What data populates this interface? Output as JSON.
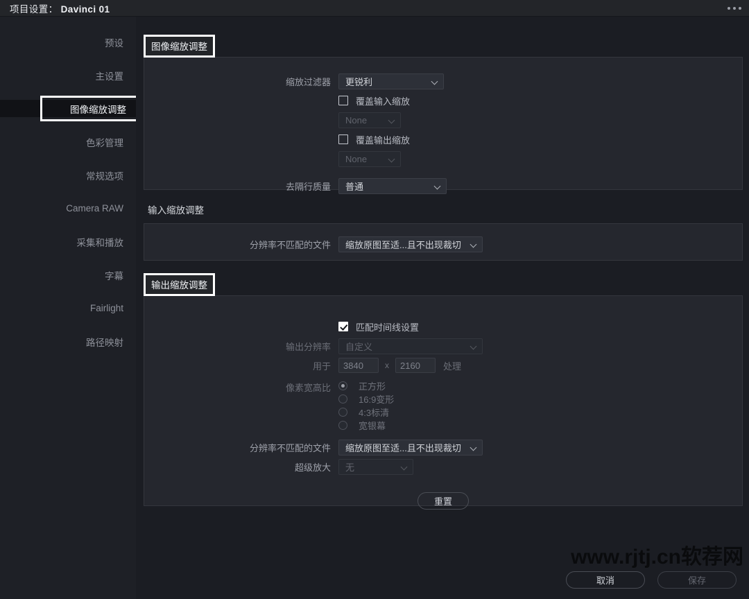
{
  "titlebar": {
    "label": "项目设置：",
    "project": "Davinci 01",
    "menu_icon": "more-horizontal-icon"
  },
  "sidebar": {
    "items": [
      {
        "label": "预设",
        "selected": false
      },
      {
        "label": "主设置",
        "selected": false
      },
      {
        "label": "图像缩放调整",
        "selected": true
      },
      {
        "label": "色彩管理",
        "selected": false
      },
      {
        "label": "常规选项",
        "selected": false
      },
      {
        "label": "Camera RAW",
        "selected": false
      },
      {
        "label": "采集和播放",
        "selected": false
      },
      {
        "label": "字幕",
        "selected": false
      },
      {
        "label": "Fairlight",
        "selected": false
      },
      {
        "label": "路径映射",
        "selected": false
      }
    ]
  },
  "sections": {
    "image_scaling": {
      "header": "图像缩放调整",
      "scaling_filter": {
        "label": "缩放过滤器",
        "value": "更锐利"
      },
      "override_input": {
        "label": "覆盖输入缩放",
        "checked": false,
        "select_value": "None"
      },
      "override_output": {
        "label": "覆盖输出缩放",
        "checked": false,
        "select_value": "None"
      },
      "deinterlace_quality": {
        "label": "去隔行质量",
        "value": "普通"
      }
    },
    "input_scaling": {
      "header": "输入缩放调整",
      "mismatched": {
        "label": "分辨率不匹配的文件",
        "value": "缩放原图至适...且不出现裁切"
      }
    },
    "output_scaling": {
      "header": "输出缩放调整",
      "match_timeline": {
        "label": "匹配时间线设置",
        "checked": true
      },
      "output_resolution": {
        "label": "输出分辨率",
        "value": "自定义"
      },
      "custom_size": {
        "label": "用于",
        "width": "3840",
        "separator": "x",
        "height": "2160",
        "suffix": "处理"
      },
      "pixel_aspect": {
        "label": "像素宽高比",
        "options": [
          {
            "label": "正方形",
            "selected": true
          },
          {
            "label": "16:9变形",
            "selected": false
          },
          {
            "label": "4:3标清",
            "selected": false
          },
          {
            "label": "宽银幕",
            "selected": false
          }
        ]
      },
      "mismatched": {
        "label": "分辨率不匹配的文件",
        "value": "缩放原图至适...且不出现裁切"
      },
      "super_scale": {
        "label": "超级放大",
        "value": "无"
      },
      "reset_button": "重置"
    }
  },
  "footer": {
    "cancel": "取消",
    "save": "保存"
  },
  "watermark": "www.rjtj.cn软荐网"
}
